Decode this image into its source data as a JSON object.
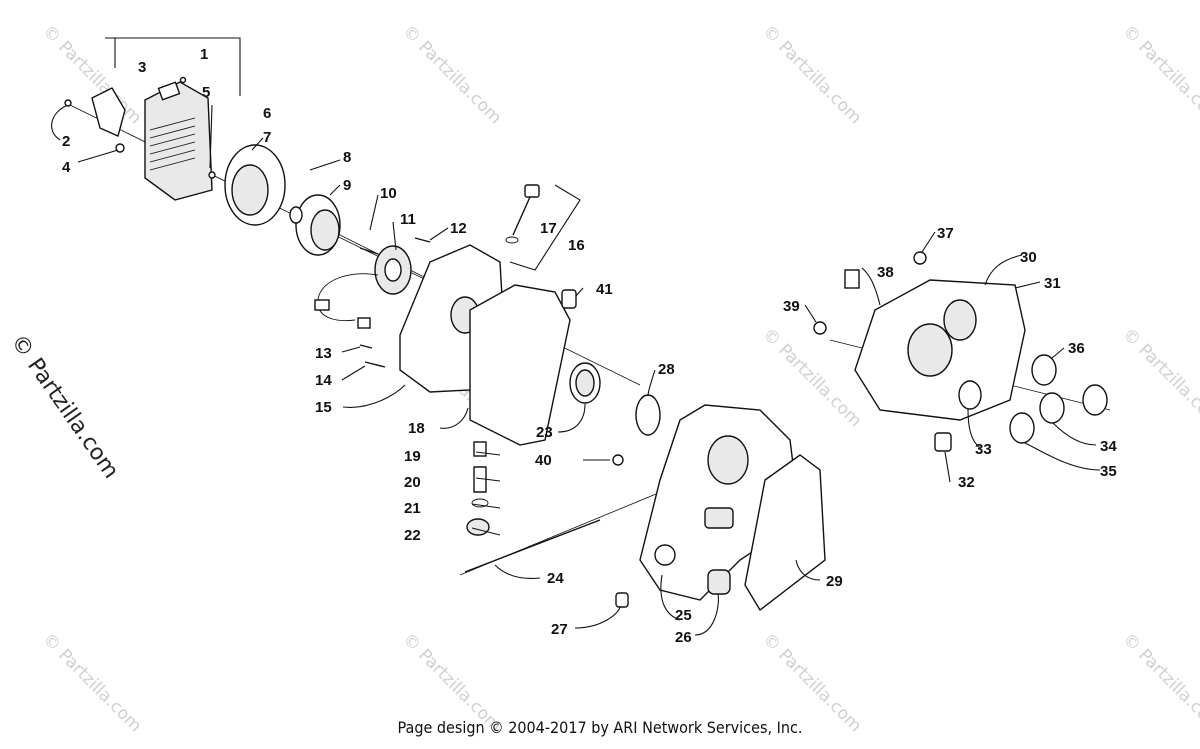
{
  "watermark": {
    "text": "© Partzilla.com"
  },
  "side_brand": "© Partzilla.com",
  "footer": "Page design © 2004-2017 by ARI Network Services, Inc.",
  "callouts": [
    "1",
    "2",
    "3",
    "4",
    "5",
    "6",
    "7",
    "8",
    "9",
    "10",
    "11",
    "12",
    "13",
    "14",
    "15",
    "16",
    "17",
    "18",
    "19",
    "20",
    "21",
    "22",
    "23",
    "24",
    "25",
    "26",
    "27",
    "28",
    "29",
    "30",
    "31",
    "32",
    "33",
    "34",
    "35",
    "36",
    "37",
    "38",
    "39",
    "40",
    "41"
  ]
}
